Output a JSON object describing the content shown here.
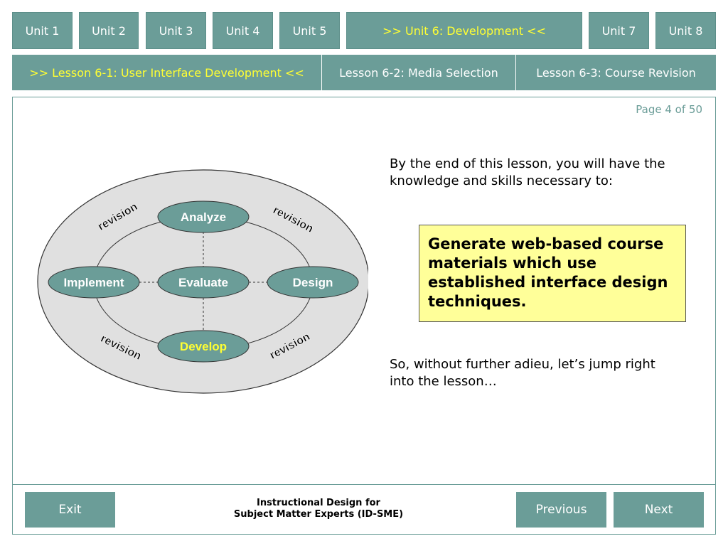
{
  "units": [
    {
      "label": "Unit 1",
      "active": false
    },
    {
      "label": "Unit 2",
      "active": false
    },
    {
      "label": "Unit 3",
      "active": false
    },
    {
      "label": "Unit 4",
      "active": false
    },
    {
      "label": "Unit 5",
      "active": false
    },
    {
      "label": ">> Unit 6: Development <<",
      "active": true
    },
    {
      "label": "Unit 7",
      "active": false
    },
    {
      "label": "Unit 8",
      "active": false
    }
  ],
  "lessons": [
    {
      "label": ">> Lesson 6-1: User Interface Development <<",
      "active": true
    },
    {
      "label": "Lesson 6-2: Media Selection",
      "active": false
    },
    {
      "label": "Lesson 6-3: Course Revision",
      "active": false
    }
  ],
  "page_indicator": "Page 4 of 50",
  "diagram": {
    "nodes": {
      "analyze": "Analyze",
      "implement": "Implement",
      "evaluate": "Evaluate",
      "design": "Design",
      "develop": "Develop"
    },
    "revision_label": "revision",
    "colors": {
      "node_fill": "#6b9d98",
      "outer_fill": "#e0e0e0",
      "highlight_text": "#ffff33"
    }
  },
  "intro_text": "By the end of this lesson, you will have the knowledge and skills necessary to:",
  "objective_text": "Generate web-based course materials which use established interface design techniques.",
  "closing_text": "So, without further adieu, let’s jump right into the lesson…",
  "footer": {
    "exit_label": "Exit",
    "title_line1": "Instructional Design for",
    "title_line2": "Subject Matter Experts (ID-SME)",
    "previous_label": "Previous",
    "next_label": "Next"
  },
  "colors": {
    "accent": "#6b9d98",
    "active_text": "#ffff33",
    "objective_bg": "#ffff99"
  }
}
